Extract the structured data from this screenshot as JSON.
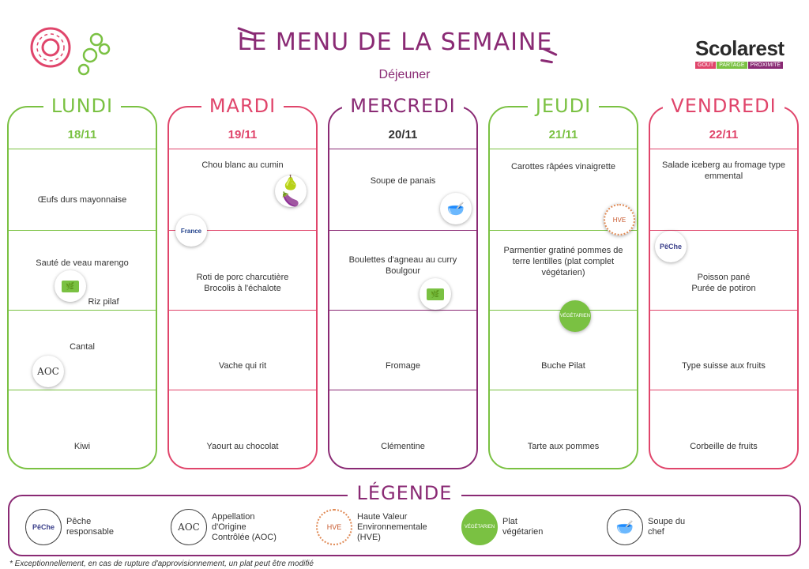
{
  "header": {
    "title": "LE MENU DE LA SEMAINE",
    "subtitle": "Déjeuner",
    "brand": "Scolarest",
    "tagline": [
      "GOÛT",
      "PARTAGE",
      "PROXIMITÉ"
    ]
  },
  "colors": {
    "purple": "#8a2a74",
    "green": "#7ac142",
    "pink": "#e0456b"
  },
  "days": [
    {
      "name": "LUNDI",
      "date": "18/11",
      "color": "#7ac142",
      "items": [
        "Œufs durs mayonnaise",
        "Sauté de veau marengo",
        "Riz pilaf",
        "Cantal",
        "Kiwi"
      ]
    },
    {
      "name": "MARDI",
      "date": "19/11",
      "color": "#e0456b",
      "items": [
        "Chou blanc au cumin",
        "Roti de porc charcutière",
        "Brocolis à l'échalote",
        "Vache qui rit",
        "Yaourt au chocolat"
      ]
    },
    {
      "name": "MERCREDI",
      "date": "20/11",
      "color": "#8a2a74",
      "items": [
        "Soupe de panais",
        "Boulettes d'agneau au curry",
        "Boulgour",
        "Fromage",
        "Clémentine"
      ]
    },
    {
      "name": "JEUDI",
      "date": "21/11",
      "color": "#7ac142",
      "items": [
        "Carottes râpées vinaigrette",
        "Parmentier gratiné pommes de terre lentilles (plat complet végétarien)",
        "Buche Pilat",
        "Tarte  aux pommes"
      ]
    },
    {
      "name": "VENDREDI",
      "date": "22/11",
      "color": "#e0456b",
      "items": [
        "Salade iceberg au fromage type emmental",
        "Poisson pané",
        "Purée de potiron",
        "Type suisse aux fruits",
        "Corbeille de fruits"
      ]
    }
  ],
  "badges": {
    "bio": "🌿",
    "aoc": "AOC",
    "peche": "PêChe",
    "vegetarien": "VÉGÉTARIEN",
    "hve": "HVE",
    "soupe": "🥣",
    "fruits": "🍐🍆",
    "france": "France"
  },
  "legend": {
    "title": "LÉGENDE",
    "items": [
      {
        "label": "Pêche responsable"
      },
      {
        "label": "Appellation d'Origine Contrôlée (AOC)"
      },
      {
        "label": "Haute Valeur Environnementale (HVE)"
      },
      {
        "label": "Plat végétarien"
      },
      {
        "label": "Soupe du chef"
      }
    ]
  },
  "footnote": "* Exceptionnellement, en cas de rupture d'approvisionnement, un plat peut être modifié"
}
